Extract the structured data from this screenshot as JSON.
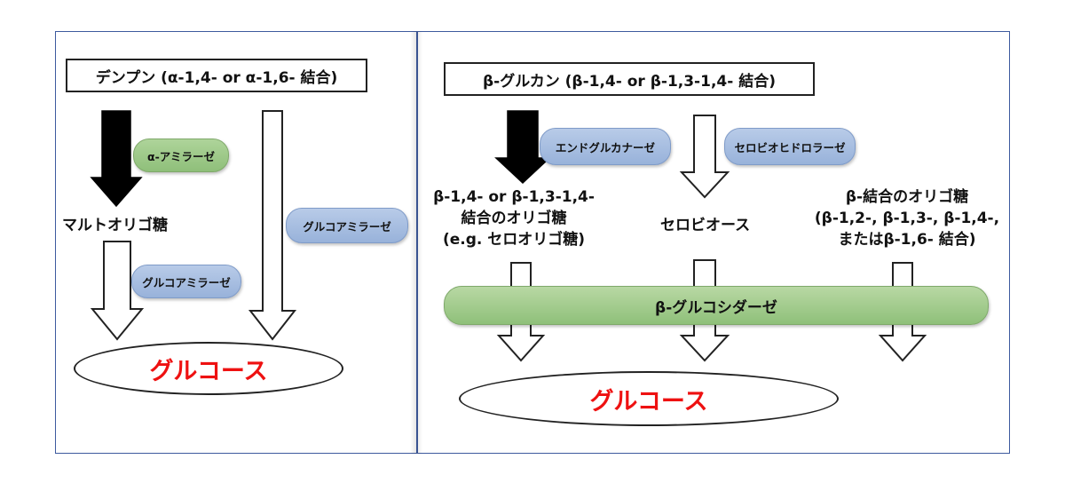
{
  "left": {
    "starch_title": "デンプン (α-1,4- or α-1,6- 結合)",
    "enzyme_alpha_amylase": "α-アミラーゼ",
    "maltooligo": "マルトオリゴ糖",
    "enzyme_glucoamylase_small": "グルコアミラーゼ",
    "enzyme_glucoamylase_side": "グルコアミラーゼ",
    "glucose": "グルコース"
  },
  "right": {
    "glucan_title": "β-グルカン (β-1,4- or β-1,3-1,4- 結合)",
    "enzyme_endoglucanase": "エンドグルカナーゼ",
    "enzyme_cellobiohydrolase": "セロビオヒドロラーゼ",
    "beta_oligo_lines": [
      "β-1,4- or β-1,3-1,4-",
      "結合のオリゴ糖",
      "(e.g. セロオリゴ糖)"
    ],
    "cellobiose": "セロビオース",
    "beta_bond_oligo_lines": [
      "β-結合のオリゴ糖",
      "(β-1,2-, β-1,3-, β-1,4-,",
      "またはβ-1,6- 結合)"
    ],
    "enzyme_beta_glucosidase": "β-グルコシダーゼ",
    "glucose": "グルコース"
  },
  "colors": {
    "panel_border": "#3d5a9e",
    "green_enzyme": "#9cc987",
    "blue_enzyme": "#a6bde2",
    "glucose_text": "#ee1111"
  }
}
